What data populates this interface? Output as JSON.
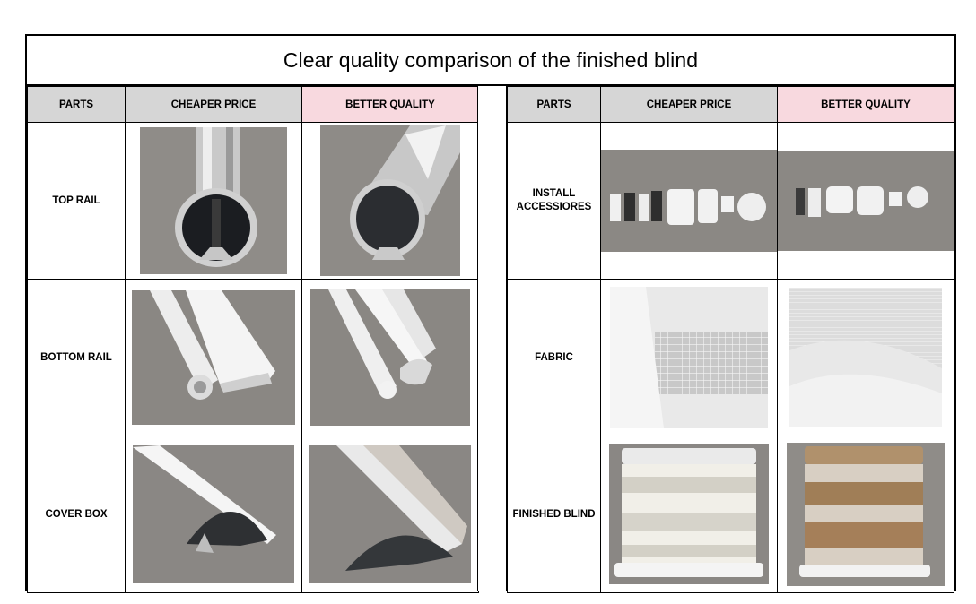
{
  "title": "Clear quality comparison of the finished blind",
  "headers": {
    "parts": "PARTS",
    "cheaper": "CHEAPER PRICE",
    "better": "BETTER QUALITY"
  },
  "left_rows": [
    {
      "part": "TOP RAIL",
      "part_lines": [
        "TOP RAIL"
      ],
      "cheaper_photo": "top rail photo",
      "better_photo": "top rail photo"
    },
    {
      "part": "BOTTOM RAIL",
      "part_lines": [
        "BOTTOM RAIL"
      ],
      "cheaper_photo": "bottom rail photo",
      "better_photo": "bottom rail photo"
    },
    {
      "part": "COVER BOX",
      "part_lines": [
        "COVER BOX"
      ],
      "cheaper_photo": "cover box photo",
      "better_photo": "cover box photo"
    }
  ],
  "right_rows": [
    {
      "part": "INSTALL ACCESSIORES",
      "part_lines": [
        "INSTALL",
        "ACCESSIORES"
      ],
      "cheaper_photo": "accessories photo",
      "better_photo": "accessories photo"
    },
    {
      "part": "FABRIC",
      "part_lines": [
        "FABRIC"
      ],
      "cheaper_photo": "fabric photo",
      "better_photo": "fabric photo"
    },
    {
      "part": "FINISHED BLIND",
      "part_lines": [
        "FINISHED BLIND"
      ],
      "cheaper_photo": "finished blind photo",
      "better_photo": "finished blind photo"
    }
  ],
  "colors": {
    "header_gray": "#d6d6d6",
    "header_pink": "#f8d9df",
    "border": "#000000",
    "photo_bg": "#8c8a86"
  }
}
